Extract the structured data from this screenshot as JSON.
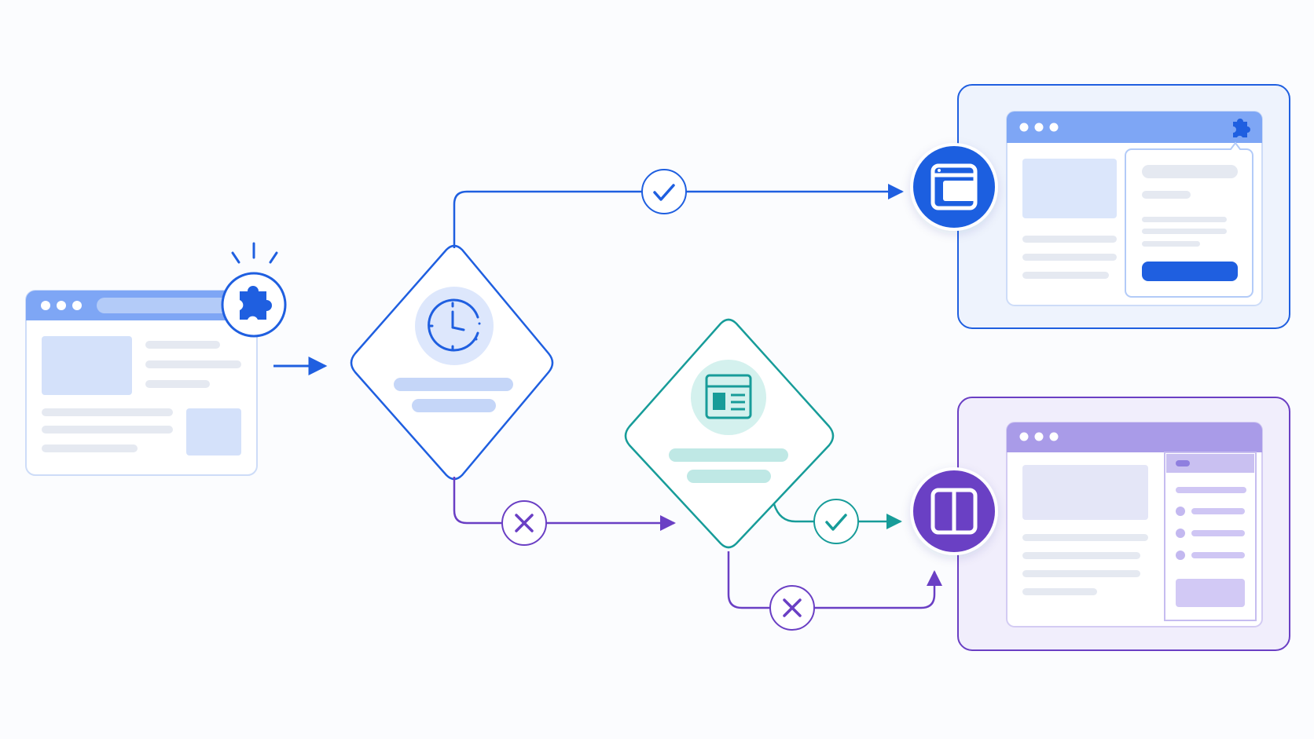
{
  "diagram": {
    "type": "flowchart",
    "nodes": [
      {
        "id": "source-page",
        "kind": "browser-window",
        "icon": "puzzle-icon",
        "badge": "sparkle-icon"
      },
      {
        "id": "decision-time",
        "kind": "decision",
        "icon": "clock-icon"
      },
      {
        "id": "decision-layout",
        "kind": "decision",
        "icon": "browser-layout-icon"
      },
      {
        "id": "outcome-popup",
        "kind": "browser-window",
        "icon": "popup-window-icon"
      },
      {
        "id": "outcome-sidepanel",
        "kind": "browser-window",
        "icon": "side-panel-icon"
      }
    ],
    "edges": [
      {
        "from": "source-page",
        "to": "decision-time",
        "marker": "none"
      },
      {
        "from": "decision-time",
        "to": "outcome-popup",
        "marker": "check-icon"
      },
      {
        "from": "decision-time",
        "to": "decision-layout",
        "marker": "cross-icon"
      },
      {
        "from": "decision-layout",
        "to": "outcome-sidepanel",
        "marker": "check-icon"
      },
      {
        "from": "decision-layout",
        "to": "outcome-sidepanel",
        "marker": "cross-icon"
      }
    ]
  },
  "colors": {
    "blue": "#1f5fe0",
    "light_blue": "#7ea6f5",
    "teal": "#179c99",
    "purple": "#6a3fc4",
    "lavender": "#a99be8",
    "skeleton_blue": "#dbe6fb",
    "skeleton_gray": "#e8ebf2"
  }
}
